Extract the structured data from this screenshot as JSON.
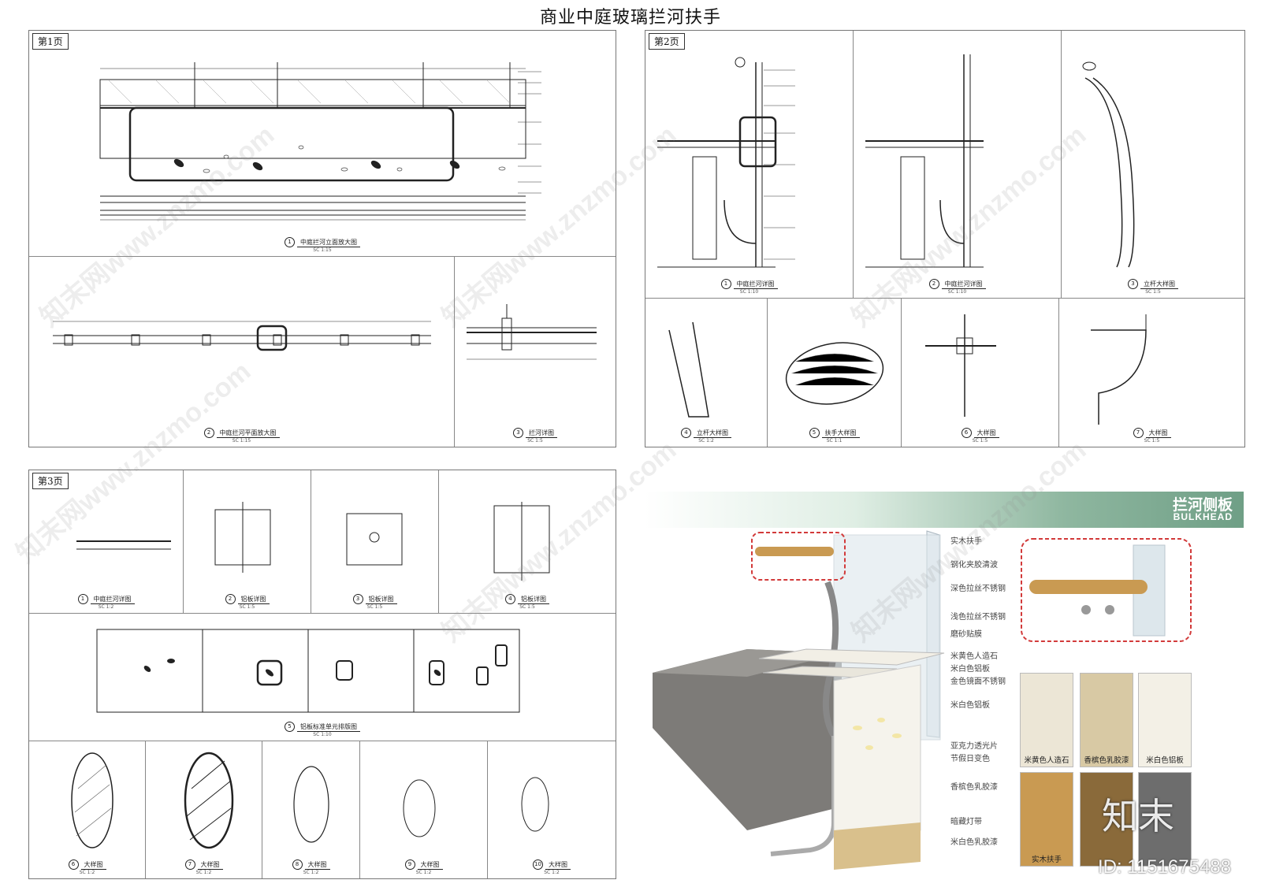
{
  "title": "商业中庭玻璃拦河扶手",
  "sheets": {
    "p1": {
      "tag": "第1页"
    },
    "p2": {
      "tag": "第2页"
    },
    "p3": {
      "tag": "第3页"
    }
  },
  "captions": {
    "p1_elev": {
      "n": "1",
      "t": "中庭拦河立面放大图",
      "s": "SC 1:15"
    },
    "p1_plan": {
      "n": "2",
      "t": "中庭拦河平面放大图",
      "s": "SC 1:15"
    },
    "p1_detail": {
      "n": "3",
      "t": "拦河详图",
      "s": "SC 1:5"
    },
    "p2_a": {
      "n": "1",
      "t": "中庭拦河详图",
      "s": "SC 1:10"
    },
    "p2_b": {
      "n": "2",
      "t": "中庭拦河详图",
      "s": "SC 1:10"
    },
    "p2_c": {
      "n": "3",
      "t": "立杆大样图",
      "s": "SC 1:5"
    },
    "p2_d": {
      "n": "4",
      "t": "立杆大样图",
      "s": "SC 1:2"
    },
    "p2_e": {
      "n": "5",
      "t": "扶手大样图",
      "s": "SC 1:1"
    },
    "p2_f": {
      "n": "6",
      "t": "大样图",
      "s": "SC 1:5"
    },
    "p2_g": {
      "n": "7",
      "t": "大样图",
      "s": "SC 1:5"
    },
    "p3_a": {
      "n": "1",
      "t": "中庭拦河详图",
      "s": "SC 1:2"
    },
    "p3_b": {
      "n": "2",
      "t": "铝板详图",
      "s": "SC 1:5"
    },
    "p3_c": {
      "n": "3",
      "t": "铝板详图",
      "s": "SC 1:5"
    },
    "p3_d": {
      "n": "4",
      "t": "铝板详图",
      "s": "SC 1:5"
    },
    "p3_e": {
      "n": "5",
      "t": "铝板标准单元排版图",
      "s": "SC 1:10"
    },
    "p3_f": {
      "n": "6",
      "t": "大样图",
      "s": "SC 1:2"
    },
    "p3_g": {
      "n": "7",
      "t": "大样图",
      "s": "SC 1:2"
    },
    "p3_h": {
      "n": "8",
      "t": "大样图",
      "s": "SC 1:2"
    },
    "p3_i": {
      "n": "9",
      "t": "大样图",
      "s": "SC 1:2"
    },
    "p3_j": {
      "n": "10",
      "t": "大样图",
      "s": "SC 1:2"
    }
  },
  "bulkhead": {
    "title_cn": "拦河侧板",
    "title_en": "BULKHEAD",
    "labels": [
      "实木扶手",
      "钢化夹胶清波",
      "深色拉丝不锈钢",
      "浅色拉丝不锈钢",
      "磨砂贴膜",
      "米黄色人造石",
      "米白色铝板",
      "金色镜面不锈钢",
      "米白色铝板",
      "亚克力透光片",
      "节假日变色",
      "香槟色乳胶漆",
      "暗藏灯带",
      "米白色乳胶漆"
    ],
    "swatches": [
      {
        "name": "米黄色人造石",
        "color": "#ece6d6"
      },
      {
        "name": "香槟色乳胶漆",
        "color": "#d8c9a4"
      },
      {
        "name": "米白色铝板",
        "color": "#f3f0e6"
      },
      {
        "name": "实木扶手",
        "color": "#c99a52"
      },
      {
        "name": "",
        "color": "#8a6a3a"
      },
      {
        "name": "",
        "color": "#6d6d6d"
      }
    ]
  },
  "watermark": {
    "text": "知末网www.znzmo.com",
    "logo": "知末",
    "id": "ID: 1151675488"
  }
}
